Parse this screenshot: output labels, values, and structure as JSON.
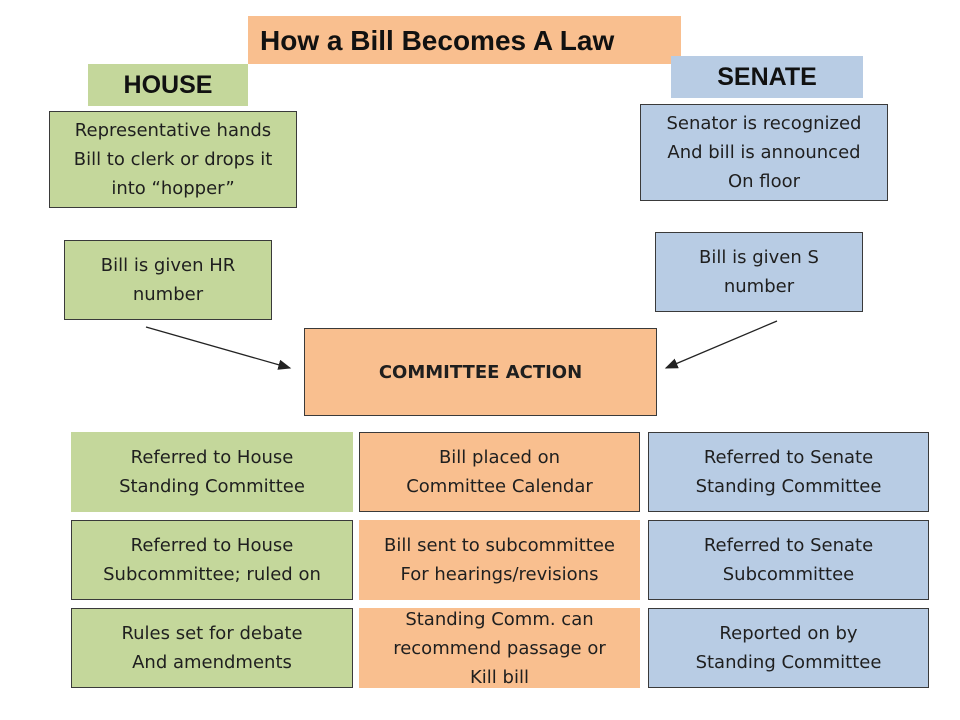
{
  "title": "How a Bill Becomes A Law",
  "house": {
    "heading": "HOUSE",
    "step1": "Representative hands\nBill to clerk or drops it\ninto “hopper”",
    "step2": "Bill is given HR\nnumber"
  },
  "senate": {
    "heading": "SENATE",
    "step1": "Senator is recognized\nAnd bill is announced\nOn floor",
    "step2": "Bill is given S\nnumber"
  },
  "committee": {
    "heading": "COMMITTEE ACTION"
  },
  "rows": [
    {
      "house": "Referred to House\nStanding Committee",
      "center": "Bill placed on\nCommittee Calendar",
      "senate": "Referred to Senate\nStanding Committee"
    },
    {
      "house": "Referred to House\nSubcommittee; ruled on",
      "center": "Bill sent to subcommittee\nFor hearings/revisions",
      "senate": "Referred to Senate\nSubcommittee"
    },
    {
      "house": "Rules set for debate\nAnd amendments",
      "center": "Standing Comm. can\nrecommend passage or\nKill bill",
      "senate": "Reported on by\nStanding Committee"
    }
  ],
  "colors": {
    "house": "#c4d79b",
    "senate": "#b8cce4",
    "committee": "#f9bf8f"
  }
}
